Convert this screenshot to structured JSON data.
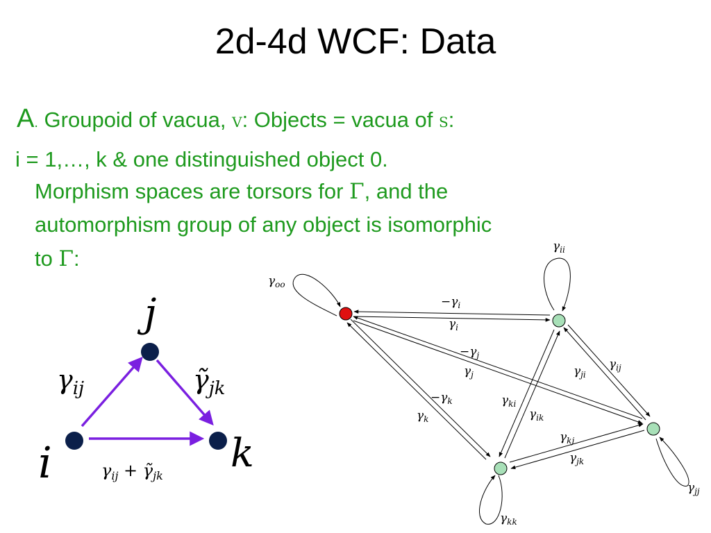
{
  "title": "2d-4d WCF: Data",
  "text": {
    "label_a": "A",
    "dot": ".",
    "groupoid": " Groupoid of vacua,",
    "v_symbol": "V",
    "colon_objects": ":   Objects = vacua of",
    "s_symbol": "S",
    "colon": ":",
    "line2": "i = 1,…, k  & one distinguished object 0.",
    "line3_a": "Morphism spaces are torsors for",
    "gamma": "Γ",
    "line3_b": ", and the",
    "line4": "automorphism group of any object is isomorphic",
    "line5_a": "to",
    "line5_b": ":"
  },
  "colors": {
    "green_text": "#1e9a1e",
    "purple_arrow": "#7a1fe0",
    "navy_node": "#0b1f4a",
    "red_node": "#e01010",
    "mint_node": "#a8e0b8"
  },
  "left_graph": {
    "node_i": "i",
    "node_j": "j",
    "node_k": "k",
    "edge_ij": "γij",
    "edge_jk": "γ̃jk",
    "edge_ik": "γij + γ̃jk",
    "edge_ij_sym": "γ",
    "edge_ij_sub": "ij",
    "edge_jk_sym": "γ̃",
    "edge_jk_sub": "jk",
    "edge_ik_a": "γ",
    "edge_ik_a_sub": "ij",
    "edge_ik_plus": " + ",
    "edge_ik_b": "γ̃",
    "edge_ik_b_sub": "jk"
  },
  "right_graph": {
    "loops": {
      "oo": {
        "sym": "γ",
        "sub": "oo"
      },
      "ii": {
        "sym": "γ",
        "sub": "ii"
      },
      "jj": {
        "sym": "γ",
        "sub": "jj"
      },
      "kk": {
        "sym": "γ",
        "sub": "kk"
      }
    },
    "edges": {
      "neg_gi": {
        "sym": "−γ",
        "sub": "i"
      },
      "gi": {
        "sym": "γ",
        "sub": "i"
      },
      "neg_gj": {
        "sym": "−γ",
        "sub": "j"
      },
      "gj": {
        "sym": "γ",
        "sub": "j"
      },
      "neg_gk": {
        "sym": "−γ",
        "sub": "k"
      },
      "gk": {
        "sym": "γ",
        "sub": "k"
      },
      "gji": {
        "sym": "γ",
        "sub": "ji"
      },
      "gij": {
        "sym": "γ",
        "sub": "ij"
      },
      "gki": {
        "sym": "γ",
        "sub": "ki"
      },
      "gik": {
        "sym": "γ",
        "sub": "ik"
      },
      "gkj": {
        "sym": "γ",
        "sub": "kj"
      },
      "gjk": {
        "sym": "γ",
        "sub": "jk"
      }
    }
  }
}
